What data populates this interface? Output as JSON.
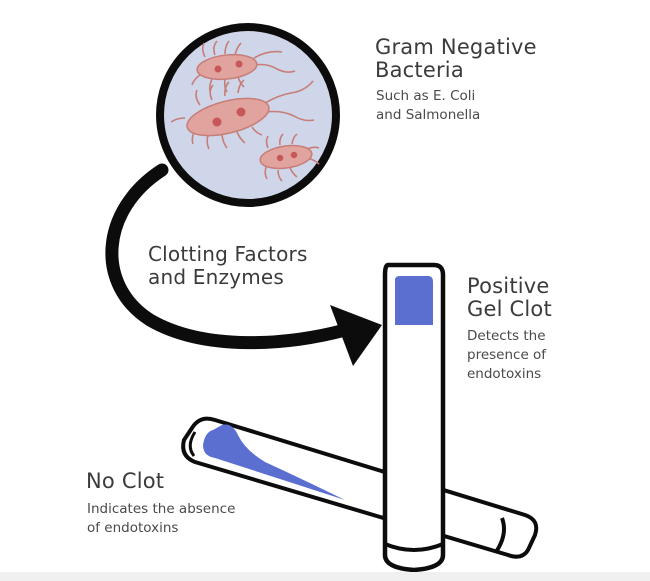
{
  "bacteria": {
    "title_line1": "Gram Negative",
    "title_line2": "Bacteria",
    "sub_line1": "Such as E. Coli",
    "sub_line2": "and Salmonella"
  },
  "arrow_label": {
    "line1": "Clotting Factors",
    "line2": "and Enzymes"
  },
  "positive": {
    "title_line1": "Positive",
    "title_line2": "Gel Clot",
    "sub_line1": "Detects the",
    "sub_line2": "presence of",
    "sub_line3": "endotoxins"
  },
  "negative": {
    "title": "No Clot",
    "sub_line1": "Indicates the absence",
    "sub_line2": "of endotoxins"
  },
  "colors": {
    "gel": "#5b6fd0",
    "petri_fill": "#cfd6ea",
    "bacteria_fill": "#e0a39e",
    "bacteria_stroke": "#c77d78",
    "nucleus": "#c8575a",
    "outline": "#111111"
  }
}
